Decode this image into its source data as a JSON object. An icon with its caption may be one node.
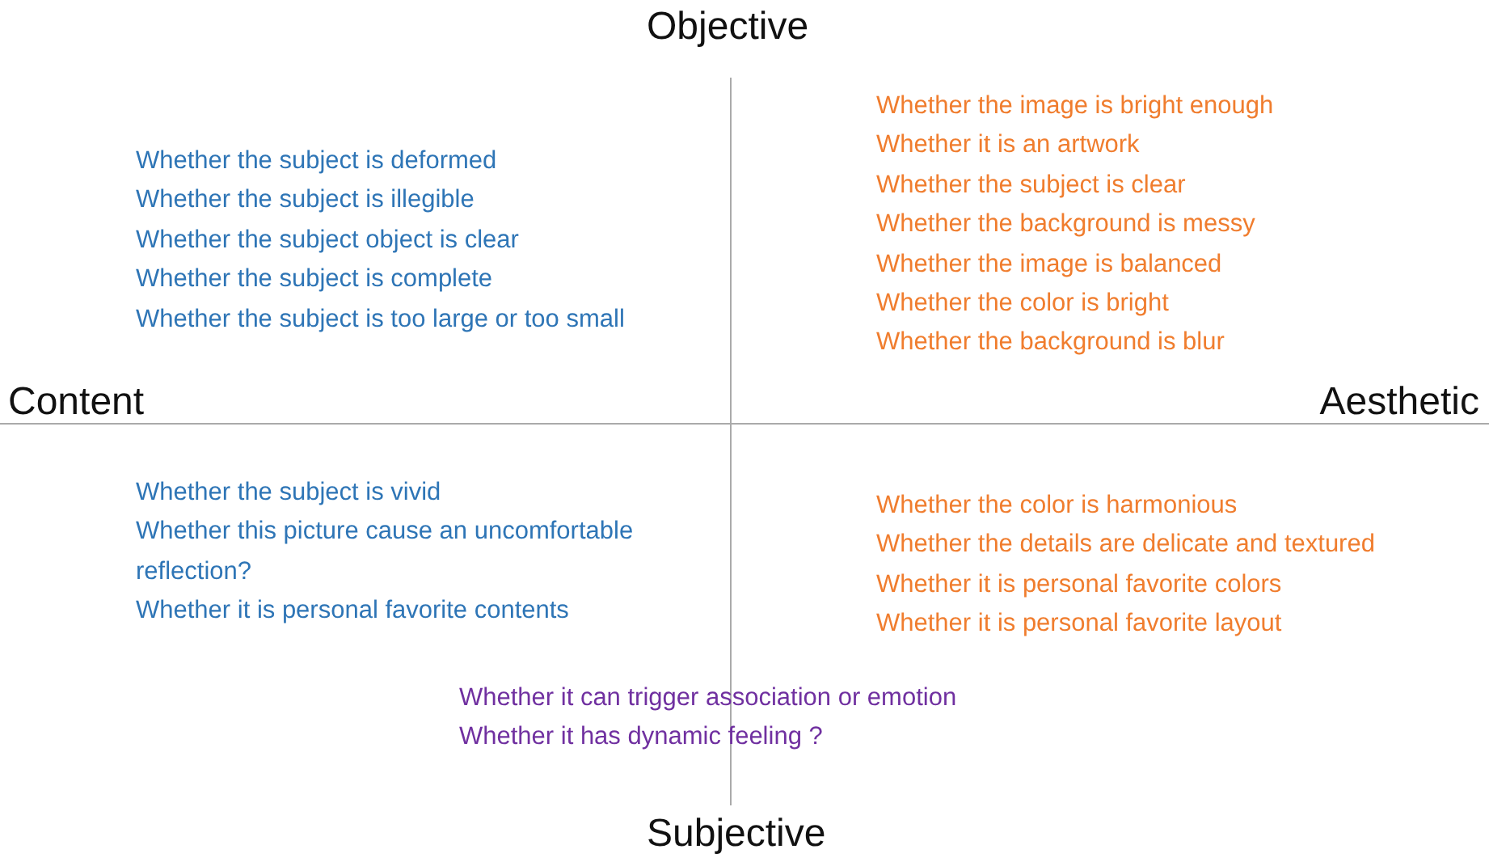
{
  "diagram": {
    "labels": [
      "Objective",
      "Whether the subject is deformed",
      "Whether the subject is illegible",
      "Whether the subject object is clear",
      "Whether the subject is complete",
      "Whether the subject is too large or too small",
      "Whether the image is bright enough",
      "Whether it is an artwork",
      "Whether the subject is clear",
      "Whether the background is messy",
      "Whether the image is balanced",
      "Whether the color is bright",
      "Whether the background is blur",
      "Content",
      "Aesthetic",
      "Whether the subject is vivid",
      "Whether this picture cause an uncomfortable reflection?",
      "Whether it is personal favorite contents",
      "Whether the color is harmonious",
      "Whether the details are delicate and textured",
      "Whether it is personal favorite colors",
      "Whether it is personal favorite layout",
      "Whether it can trigger association or emotion",
      "Whether it has dynamic feeling ?",
      "Subjective"
    ]
  }
}
